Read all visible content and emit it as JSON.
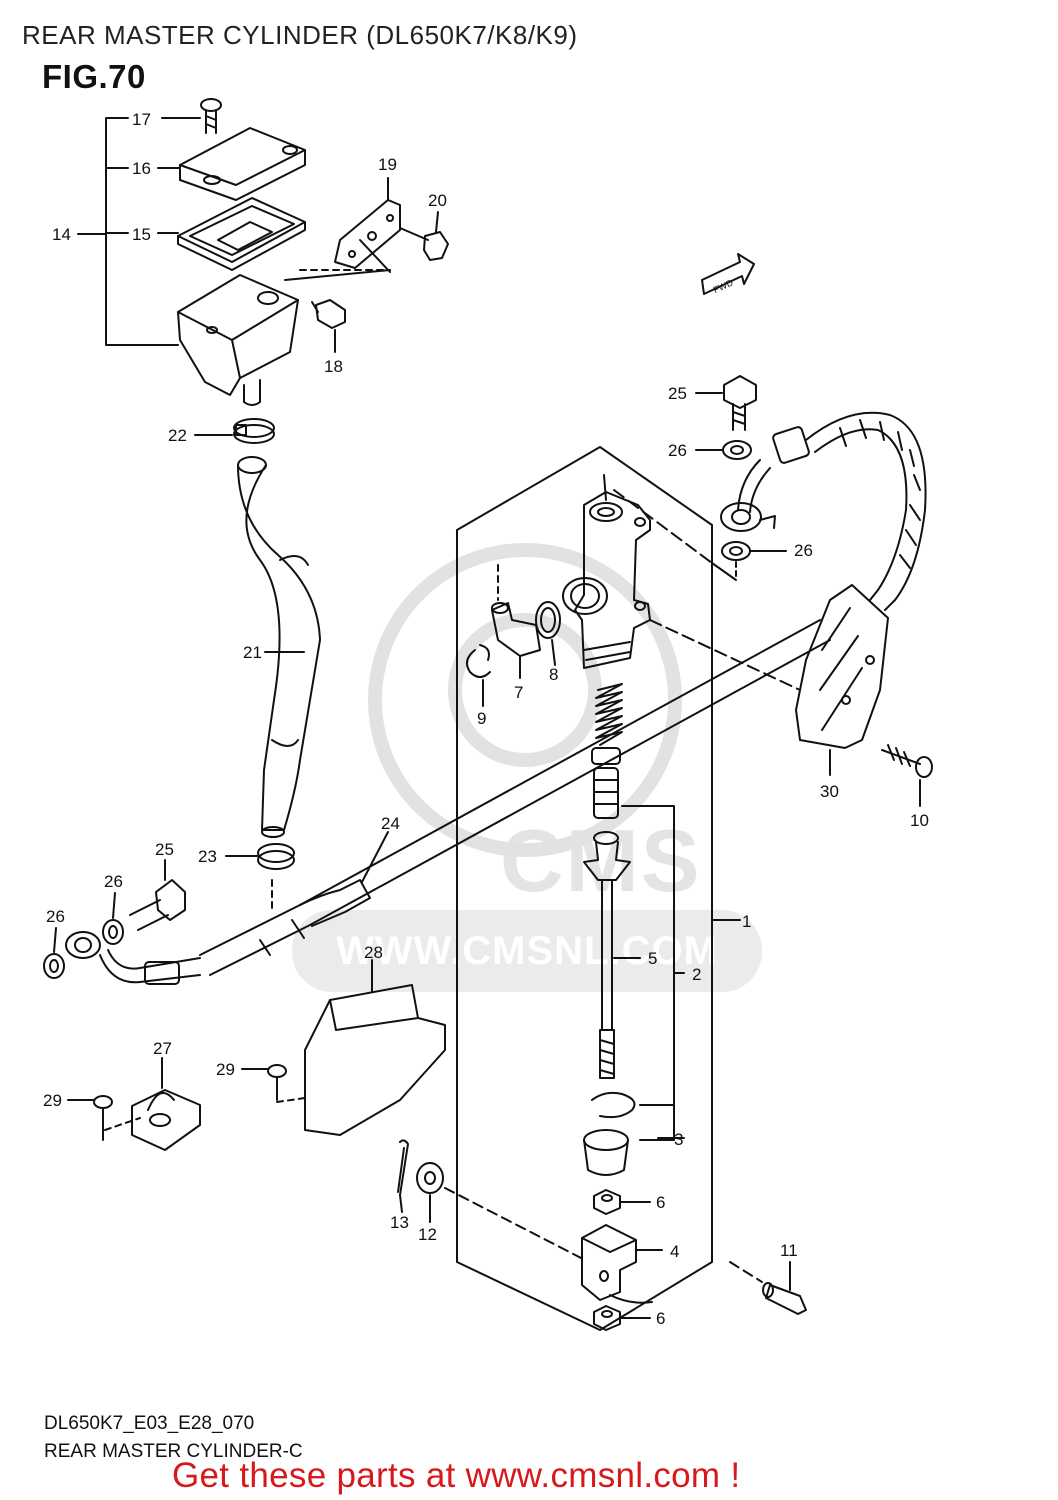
{
  "header": {
    "title": "REAR MASTER CYLINDER (DL650K7/K8/K9)"
  },
  "figure": {
    "label": "FIG.70"
  },
  "watermark": {
    "logo": "CMS",
    "url": "WWW.CMSNL.COM"
  },
  "fwd_label": "FWD",
  "callouts": {
    "c1": "1",
    "c2": "2",
    "c3": "3",
    "c4": "4",
    "c5": "5",
    "c6a": "6",
    "c6b": "6",
    "c7": "7",
    "c8": "8",
    "c9": "9",
    "c10": "10",
    "c11": "11",
    "c12": "12",
    "c13": "13",
    "c14": "14",
    "c15": "15",
    "c16": "16",
    "c17": "17",
    "c18": "18",
    "c19": "19",
    "c20": "20",
    "c21": "21",
    "c22": "22",
    "c23": "23",
    "c24": "24",
    "c25a": "25",
    "c25b": "25",
    "c26a": "26",
    "c26b": "26",
    "c26c": "26",
    "c26d": "26",
    "c27": "27",
    "c28": "28",
    "c29a": "29",
    "c29b": "29",
    "c30": "30"
  },
  "footer": {
    "code": "DL650K7_E03_E28_070",
    "name": "REAR MASTER CYLINDER-C",
    "cta": "Get these parts at www.cmsnl.com !"
  }
}
